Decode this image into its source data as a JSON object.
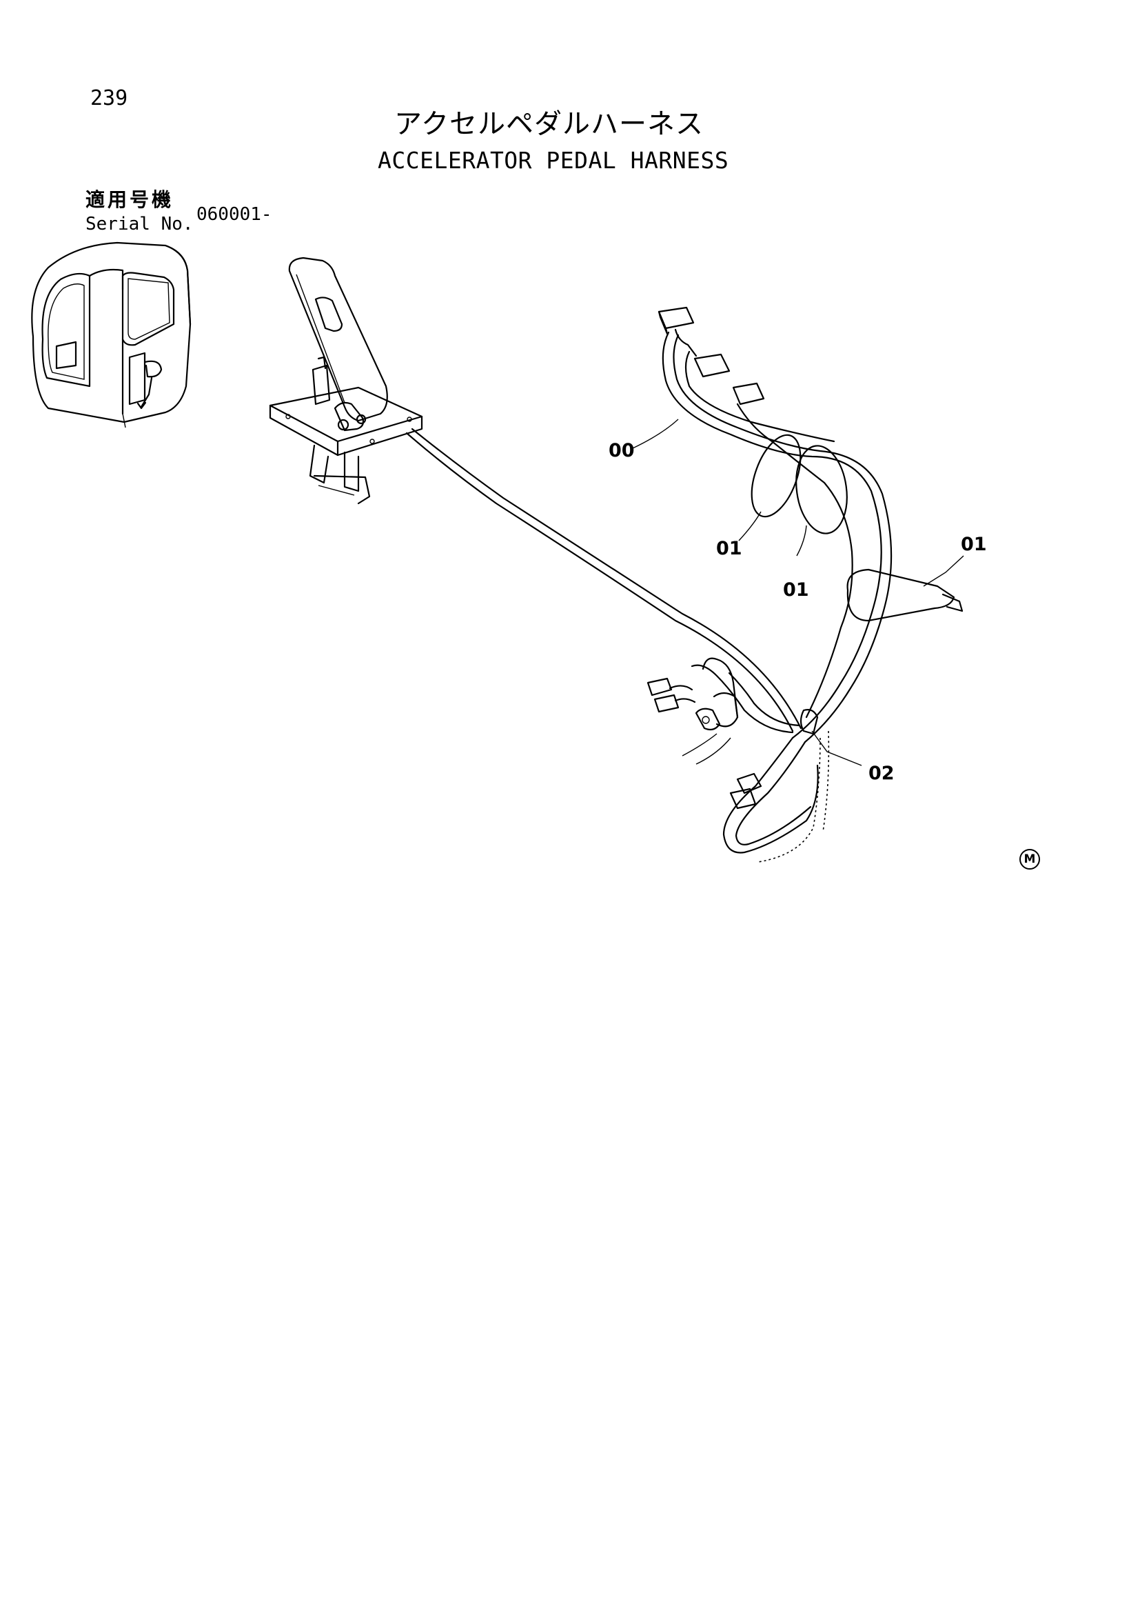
{
  "header": {
    "page_number": "239",
    "title_jp": "アクセルペダルハーネス",
    "title_en": "ACCELERATOR PEDAL HARNESS"
  },
  "applicability": {
    "label_jp": "適用号機",
    "label_en": "Serial No.",
    "serial_value": "060001-"
  },
  "callouts": [
    {
      "label": "00",
      "part": "harness"
    },
    {
      "label": "01",
      "part": "clamp-band"
    },
    {
      "label": "01",
      "part": "clamp-band"
    },
    {
      "label": "01",
      "part": "clamp-band"
    },
    {
      "label": "02",
      "part": "clamp"
    }
  ],
  "mark": "M",
  "icons": [
    "cab-location-icon",
    "accelerator-pedal-icon",
    "harness-icon"
  ]
}
